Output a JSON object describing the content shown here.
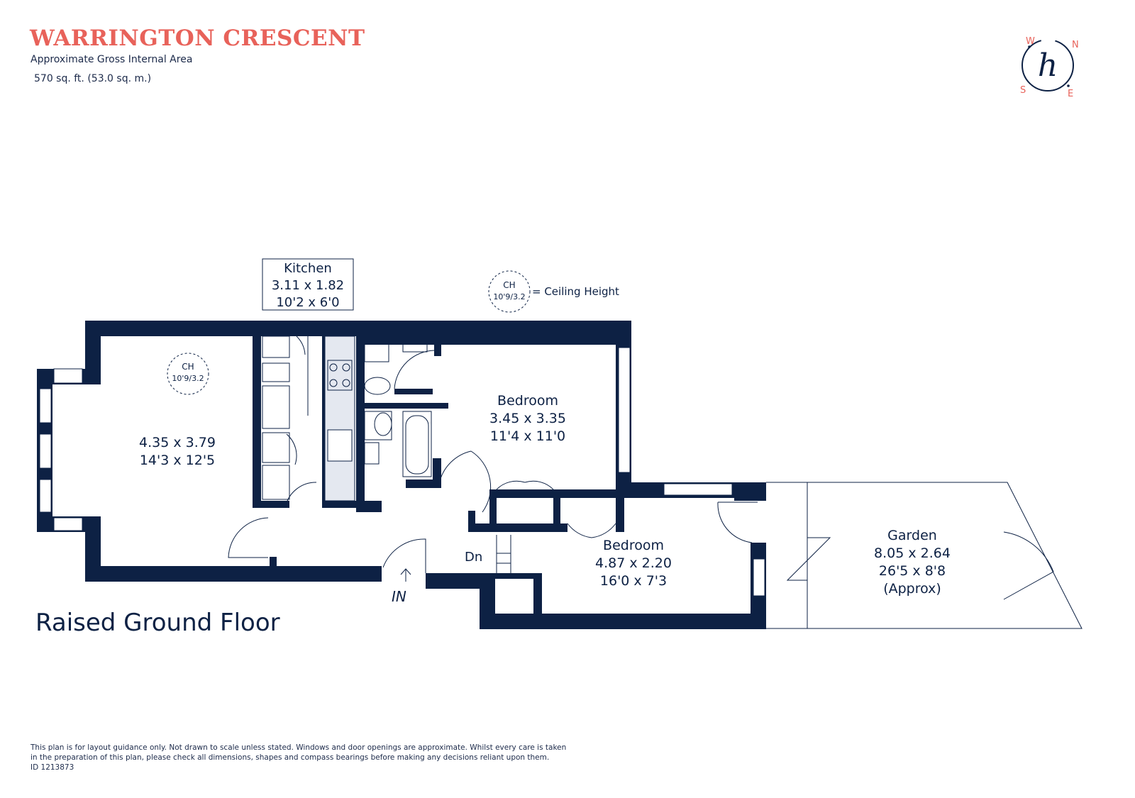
{
  "header": {
    "title": "WARRINGTON CRESCENT",
    "area_caption": "Approximate Gross Internal Area",
    "area_value": "570 sq. ft. (53.0 sq. m.)"
  },
  "compass": {
    "letters": {
      "w": "W",
      "n": "N",
      "s": "S",
      "e": "E"
    },
    "logo": "h"
  },
  "legend": {
    "ch_label": "CH",
    "ch_value": "10'9/3.2",
    "ch_text": "= Ceiling Height"
  },
  "rooms": {
    "kitchen": {
      "name": "Kitchen",
      "metric": "3.11 x 1.82",
      "imperial": "10'2 x 6'0"
    },
    "reception": {
      "ch_label": "CH",
      "ch_value": "10'9/3.2",
      "metric": "4.35 x 3.79",
      "imperial": "14'3 x 12'5"
    },
    "bedroom1": {
      "name": "Bedroom",
      "metric": "3.45 x 3.35",
      "imperial": "11'4 x 11'0"
    },
    "bedroom2": {
      "name": "Bedroom",
      "metric": "4.87 x 2.20",
      "imperial": "16'0 x 7'3"
    },
    "garden": {
      "name": "Garden",
      "metric": "8.05 x 2.64",
      "imperial": "26'5 x 8'8",
      "note": "(Approx)"
    }
  },
  "markers": {
    "entrance": "IN",
    "down": "Dn"
  },
  "floor_label": "Raised Ground Floor",
  "disclaimer": {
    "line1": "This plan is for layout guidance only. Not drawn to scale unless stated. Windows and door openings are approximate. Whilst every care is taken",
    "line2": "in the preparation of this plan, please check all dimensions, shapes and compass bearings before making any decisions reliant upon them.",
    "line3": "ID 1213873"
  },
  "colors": {
    "wall": "#0d2144",
    "accent": "#e8625a",
    "text": "#0d2144"
  }
}
